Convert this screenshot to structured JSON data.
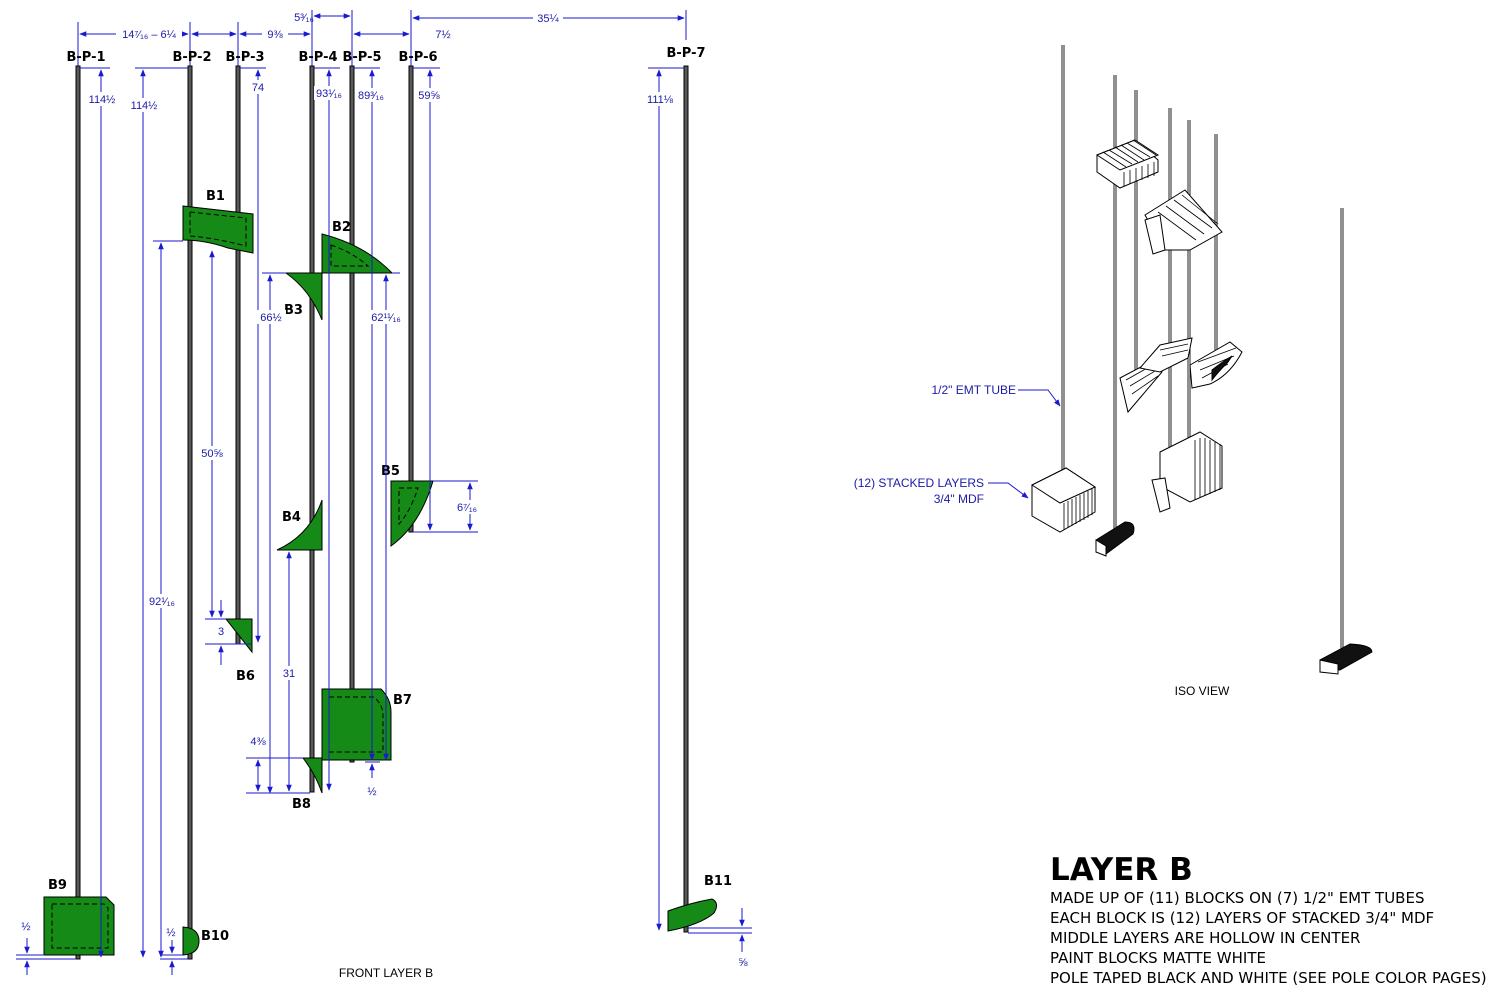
{
  "front_view": {
    "caption": "FRONT LAYER B",
    "poles": [
      "B-P-1",
      "B-P-2",
      "B-P-3",
      "B-P-4",
      "B-P-5",
      "B-P-6",
      "B-P-7"
    ],
    "blocks": [
      "B1",
      "B2",
      "B3",
      "B4",
      "B5",
      "B6",
      "B7",
      "B8",
      "B9",
      "B10",
      "B11"
    ],
    "spacing_dims": [
      "14⁷⁄₁₆ – 6¼",
      "9⅜",
      "5³⁄₁₆",
      "7½",
      "35¼"
    ],
    "pole_height_dims": {
      "p1": "114½",
      "p2": "114½",
      "p3": "74",
      "p4": "93¹⁄₁₆",
      "p5": "89³⁄₁₆",
      "p6": "59⅝",
      "p7": "111⅛"
    },
    "block_dims": {
      "b1_height": "92¹⁄₁₆",
      "b3_height": "66½",
      "b1_to_b6": "50⅝",
      "b6_gap": "3",
      "b2_height": "62¹¹⁄₁₆",
      "b5_size": "6⁷⁄₁₆",
      "b4_height": "31",
      "b8_height": "4⅜",
      "b7_offset": "½",
      "b9_offset": "½",
      "b10_offset": "½",
      "b11_offset": "⅝"
    }
  },
  "iso_view": {
    "caption": "ISO VIEW",
    "callout_tube": "1/2\" EMT TUBE",
    "callout_layers_1": "(12) STACKED LAYERS",
    "callout_layers_2": "3/4\" MDF"
  },
  "title_block": {
    "title": "LAYER B",
    "lines": [
      "MADE UP OF (11) BLOCKS ON (7) 1/2\" EMT TUBES",
      "EACH BLOCK IS (12) LAYERS OF STACKED 3/4\" MDF",
      "MIDDLE LAYERS ARE HOLLOW IN CENTER",
      "PAINT BLOCKS MATTE WHITE",
      "POLE TAPED BLACK AND WHITE (SEE POLE COLOR PAGES)"
    ]
  },
  "colors": {
    "block_fill": "#168a16",
    "dimension_blue": "#1a1ad0",
    "pole_gray": "#5a5a5a"
  }
}
